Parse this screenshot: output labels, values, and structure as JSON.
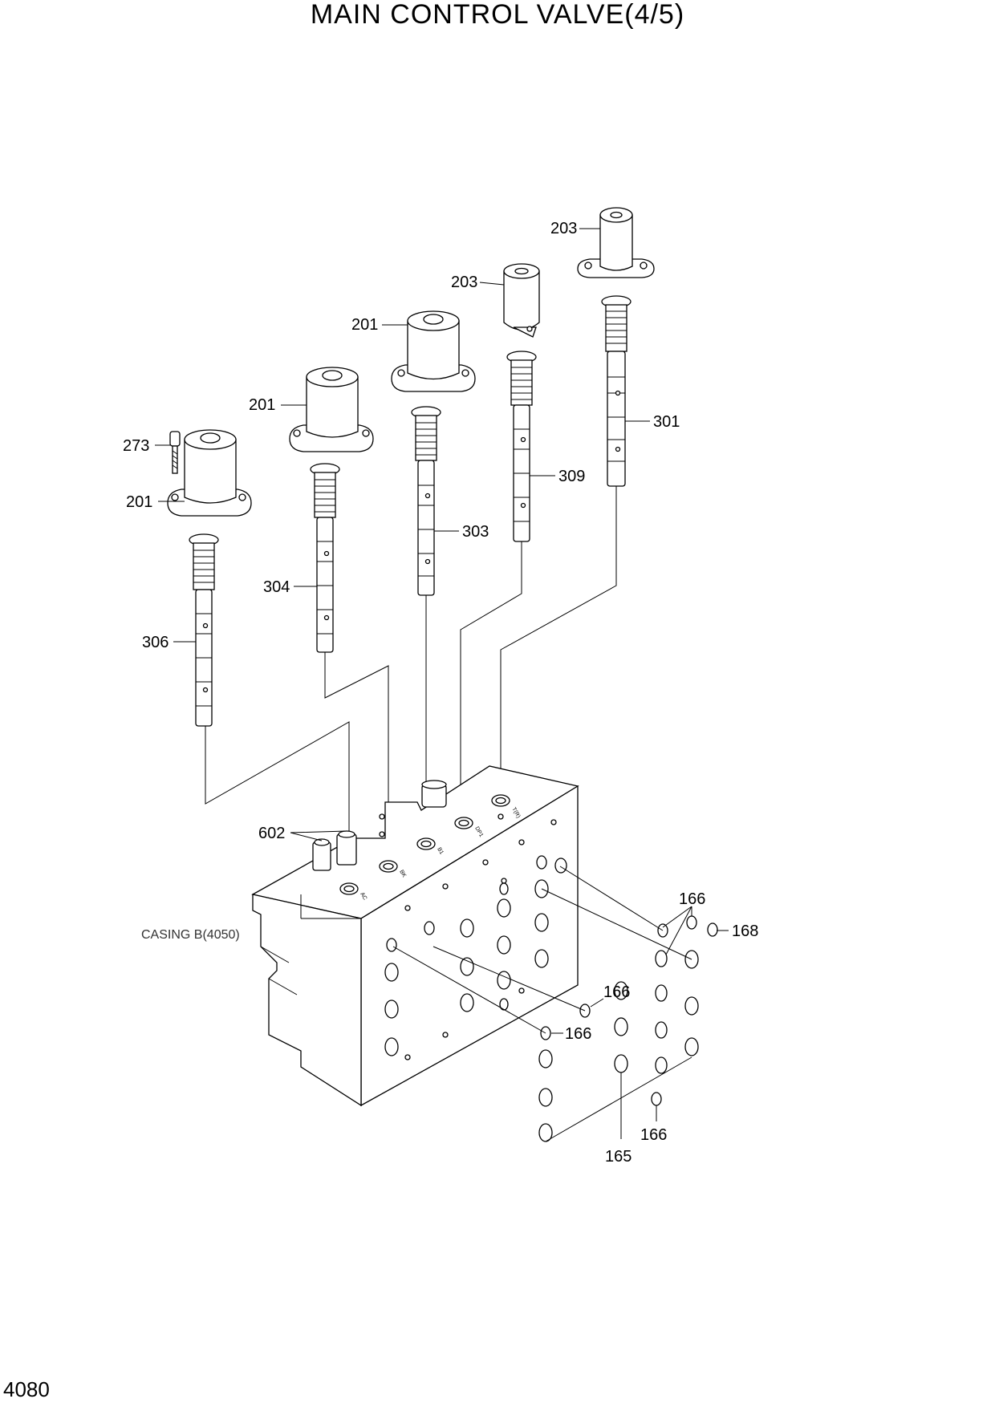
{
  "title": "MAIN CONTROL VALVE(4/5)",
  "page_number": "4080",
  "casing_label": "CASING B(4050)",
  "callouts": {
    "c203a": "203",
    "c203b": "203",
    "c201a": "201",
    "c201b": "201",
    "c201c": "201",
    "c273": "273",
    "c301": "301",
    "c309": "309",
    "c303": "303",
    "c304": "304",
    "c306": "306",
    "c602": "602",
    "c166a": "166",
    "c168": "168",
    "c166b": "166",
    "c166c": "166",
    "c166d": "166",
    "c165": "165"
  },
  "port_labels": {
    "tr": "T(R)",
    "dp1": "DP1",
    "b1": "B1",
    "bk": "BK",
    "ac": "AC"
  }
}
